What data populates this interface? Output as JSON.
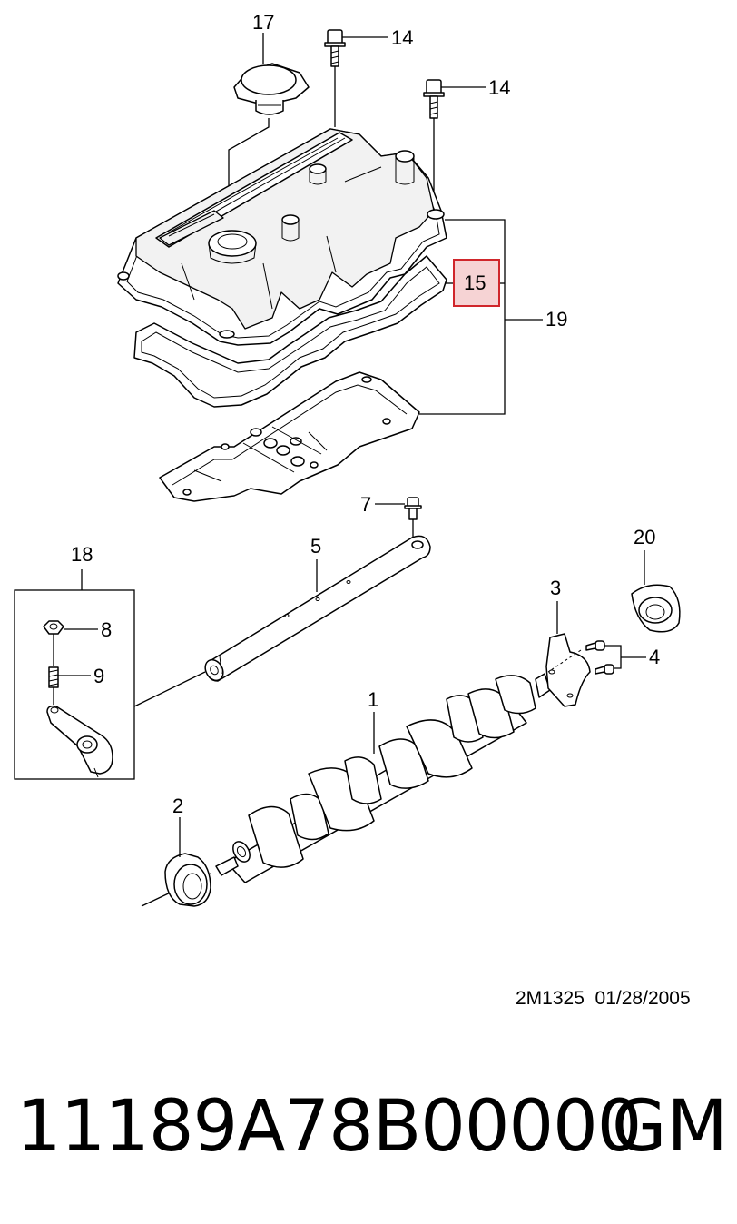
{
  "diagram": {
    "callouts": {
      "c1": "1",
      "c2": "2",
      "c3": "3",
      "c4": "4",
      "c5": "5",
      "c7": "7",
      "c8": "8",
      "c9": "9",
      "c14a": "14",
      "c14b": "14",
      "c15": "15",
      "c17": "17",
      "c18": "18",
      "c19": "19",
      "c20": "20"
    },
    "highlight_color": "#d0262b",
    "highlight_fill": "#f6d3d4",
    "drawing_reference": "2M1325  01/28/2005"
  },
  "footer": {
    "part_number": "11189A78B00000",
    "brand": "GM"
  }
}
